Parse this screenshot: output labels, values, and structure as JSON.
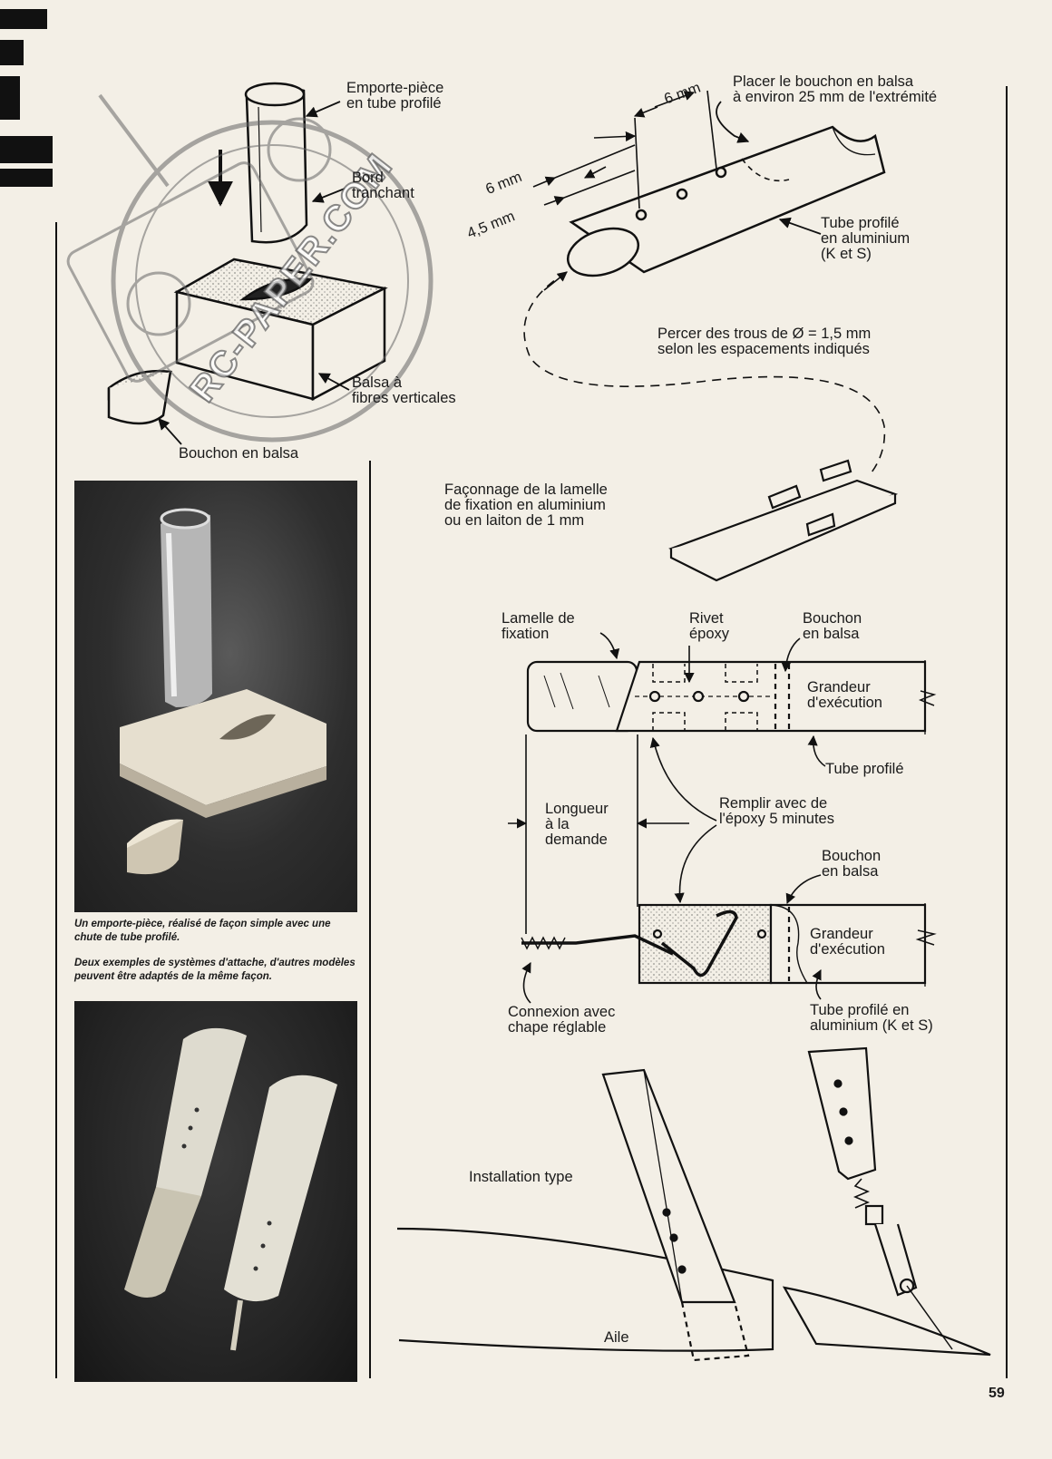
{
  "labels": {
    "emporte_piece": "Emporte-pièce\nen tube profilé",
    "bord_tranchant": "Bord\ntranchant",
    "balsa_fibres": "Balsa à\nfibres verticales",
    "bouchon_balsa_top": "Bouchon en balsa",
    "placer_bouchon": "Placer le bouchon en balsa\nà environ 25 mm de l'extrémité",
    "dim_6mm_top": "6 mm",
    "dim_6mm_left": "6 mm",
    "dim_45mm": "4,5 mm",
    "tube_profile_alu": "Tube profilé\nen aluminium\n(K et S)",
    "percer_trous": "Percer des trous de Ø = 1,5 mm\nselon les espacements indiqués",
    "faconnage": "Façonnage de la lamelle\nde fixation en aluminium\nou en laiton de 1 mm",
    "lamelle_fixation": "Lamelle de\nfixation",
    "rivet_epoxy": "Rivet\népoxy",
    "bouchon_balsa_mid": "Bouchon\nen balsa",
    "grandeur_1": "Grandeur\nd'exécution",
    "tube_profile": "Tube profilé",
    "longueur": "Longueur\nà la\ndemande",
    "remplir": "Remplir avec de\nl'époxy 5 minutes",
    "bouchon_balsa_low": "Bouchon\nen balsa",
    "grandeur_2": "Grandeur\nd'exécution",
    "connexion": "Connexion avec\nchape réglable",
    "tube_profile_alu_2": "Tube profilé en\naluminium (K et S)",
    "installation": "Installation type",
    "aile": "Aile"
  },
  "captions": {
    "photo1": "Un emporte-pièce, réalisé de façon simple avec une chute de tube profilé.",
    "photo2": "Deux exemples de systèmes d'attache, d'autres modèles peuvent être adaptés de la même façon."
  },
  "watermark": "RC-PAPER.COM",
  "page_number": "59",
  "colors": {
    "paper": "#f3efe6",
    "ink": "#1b1b1b",
    "photo_bg": "#2a2a2a"
  }
}
